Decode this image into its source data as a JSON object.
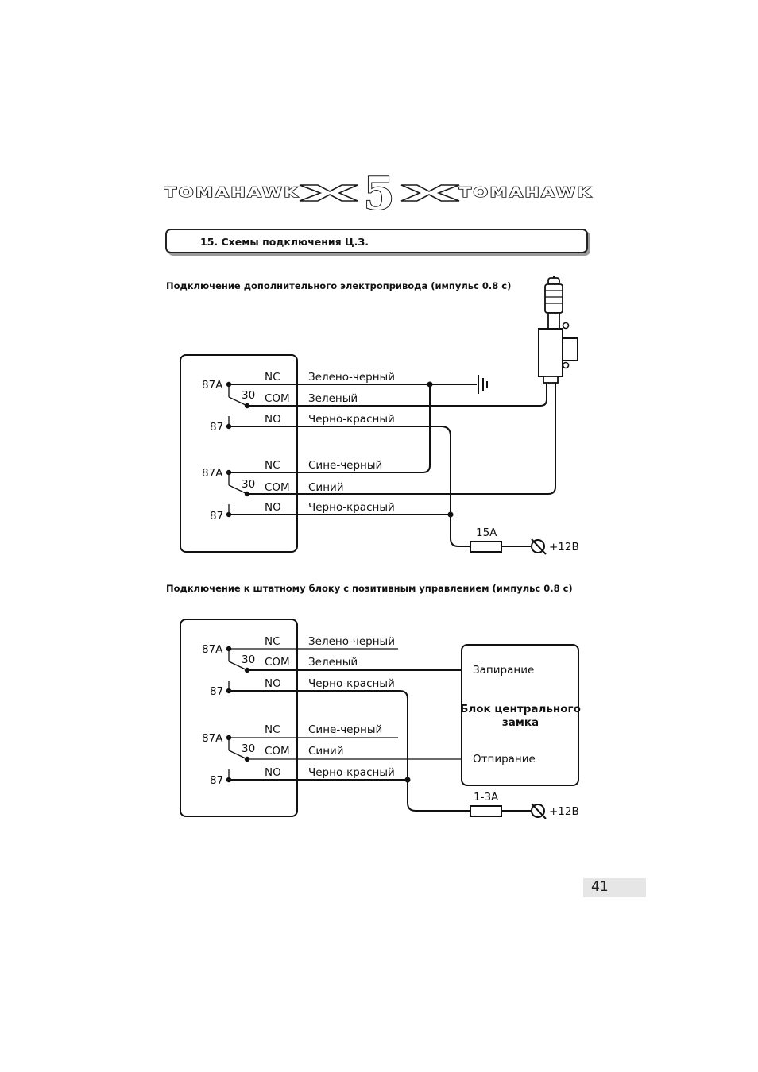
{
  "header": {
    "brand_left": "TOMAHAWK",
    "brand_center": "5",
    "brand_right": "TOMAHAWK"
  },
  "section": {
    "title": "15. Схемы подключения Ц.З."
  },
  "diagram1": {
    "caption": "Подключение дополнительного электропривода (импульс 0.8 с)",
    "relay1": {
      "pin_87a": "87A",
      "pin_30": "30",
      "pin_87": "87",
      "nc": "NC",
      "com": "COM",
      "no": "NO"
    },
    "relay2": {
      "pin_87a": "87A",
      "pin_30": "30",
      "pin_87": "87",
      "nc": "NC",
      "com": "COM",
      "no": "NO"
    },
    "wires": {
      "w1": "Зелено-черный",
      "w2": "Зеленый",
      "w3": "Черно-красный",
      "w4": "Сине-черный",
      "w5": "Синий",
      "w6": "Черно-красный"
    },
    "fuse": "15А",
    "power": "+12В"
  },
  "diagram2": {
    "caption": "Подключение к штатному блоку с позитивным управлением (импульс 0.8 с)",
    "relay1": {
      "pin_87a": "87A",
      "pin_30": "30",
      "pin_87": "87",
      "nc": "NC",
      "com": "COM",
      "no": "NO"
    },
    "relay2": {
      "pin_87a": "87A",
      "pin_30": "30",
      "pin_87": "87",
      "nc": "NC",
      "com": "COM",
      "no": "NO"
    },
    "wires": {
      "w1": "Зелено-черный",
      "w2": "Зеленый",
      "w3": "Черно-красный",
      "w4": "Сине-черный",
      "w5": "Синий",
      "w6": "Черно-красный"
    },
    "lock_block": {
      "lock": "Запирание",
      "title_line1": "Блок центрального",
      "title_line2": "замка",
      "unlock": "Отпирание"
    },
    "fuse": "1-3А",
    "power": "+12В"
  },
  "page_number": "41"
}
